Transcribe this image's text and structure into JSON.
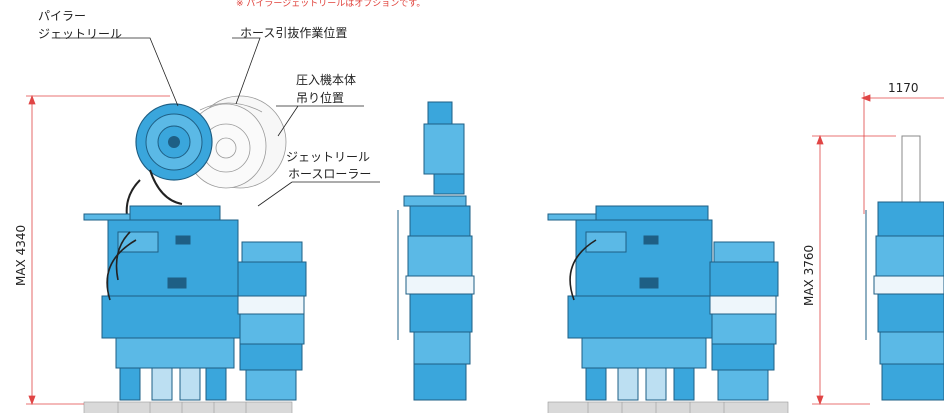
{
  "note": "※ パイラージェットリールはオプションです。",
  "labels": {
    "pyler_jet_reel_line1": "パイラー",
    "pyler_jet_reel_line2": "ジェットリール",
    "hose_pull_position": "ホース引抜作業位置",
    "press_body_line1": "圧入機本体",
    "press_body_line2": "吊り位置",
    "jet_reel_roller_line1": "ジェットリール",
    "jet_reel_roller_line2": "ホースローラー"
  },
  "dimensions": {
    "max_height_left": "MAX 4340",
    "max_height_right": "MAX 3760",
    "width_right": "1170"
  },
  "colors": {
    "machine_blue": "#3aa6dc",
    "machine_dark": "#1e5f85",
    "ground": "#d9d9d9",
    "dim_line": "#e04545",
    "note_red": "#e0403a"
  }
}
